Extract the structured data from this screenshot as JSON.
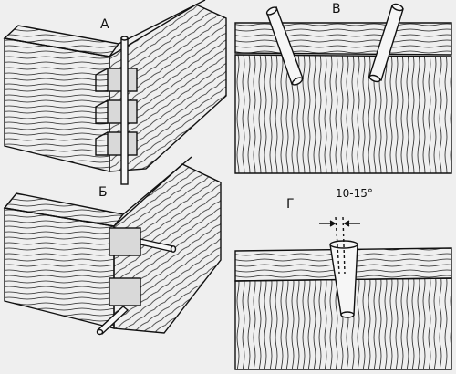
{
  "figure": {
    "panels": [
      {
        "id": "a",
        "label": "А"
      },
      {
        "id": "b",
        "label": "Б"
      },
      {
        "id": "v",
        "label": "В"
      },
      {
        "id": "g",
        "label": "Г"
      }
    ],
    "annotation": {
      "angle_text": "10-15°"
    },
    "colors": {
      "ink": "#111111",
      "paper": "#efefef",
      "wood_end": "#d9d9d9"
    }
  }
}
